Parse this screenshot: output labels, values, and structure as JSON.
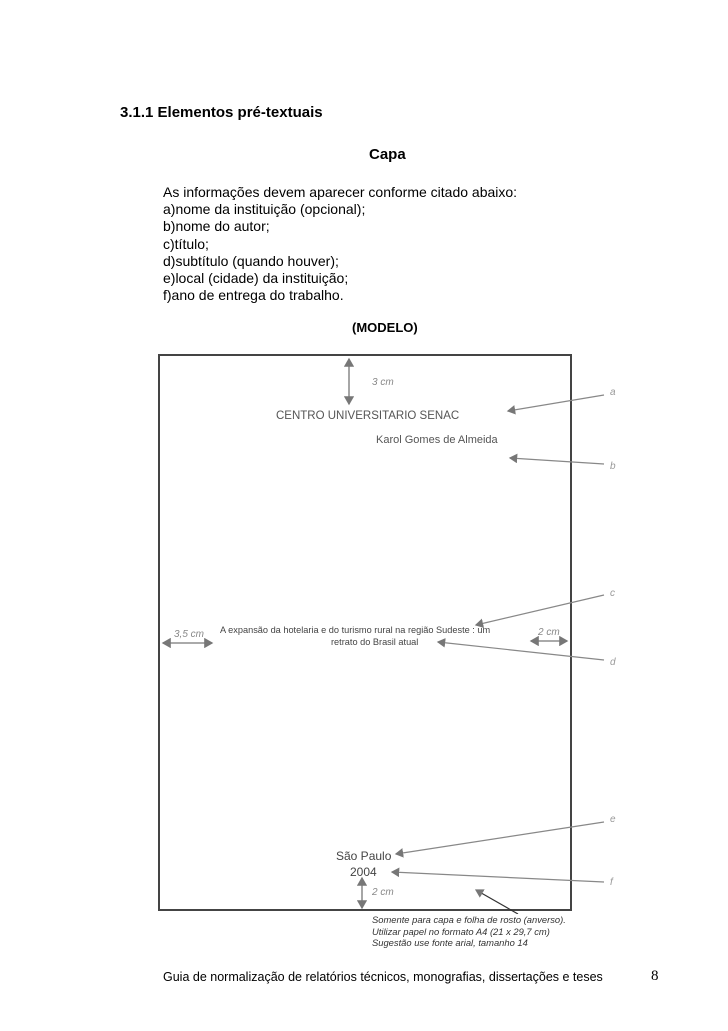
{
  "heading": "3.1.1 Elementos pré-textuais",
  "subheading": "Capa",
  "intro": {
    "lead": "As informações devem aparecer conforme citado abaixo:",
    "items": [
      "a)nome da instituição (opcional);",
      "b)nome do autor;",
      "c)título;",
      "d)subtítulo (quando houver);",
      "e)local (cidade) da instituição;",
      "f)ano de entrega do trabalho."
    ]
  },
  "model_label": "(MODELO)",
  "figure": {
    "institution": "CENTRO UNIVERSITARIO SENAC",
    "author": "Karol Gomes de Almeida",
    "title_line1": "A expansão da hotelaria e do turismo rural na região Sudeste : um",
    "title_line2": "retrato do Brasil atual",
    "city": "São Paulo",
    "year": "2004",
    "margin_top": "3 cm",
    "margin_left": "3,5 cm",
    "margin_right": "2 cm",
    "margin_bottom": "2 cm",
    "letters": [
      "a",
      "b",
      "c",
      "d",
      "e",
      "f"
    ]
  },
  "note": {
    "line1": "Somente para capa e folha de rosto (anverso).",
    "line2": "Utilizar papel no formato A4 (21 x 29,7 cm)",
    "line3": "Sugestão use fonte arial, tamanho 14"
  },
  "footer": {
    "text": "Guia de normalização de relatórios técnicos, monografias, dissertações e teses",
    "page": "8"
  }
}
